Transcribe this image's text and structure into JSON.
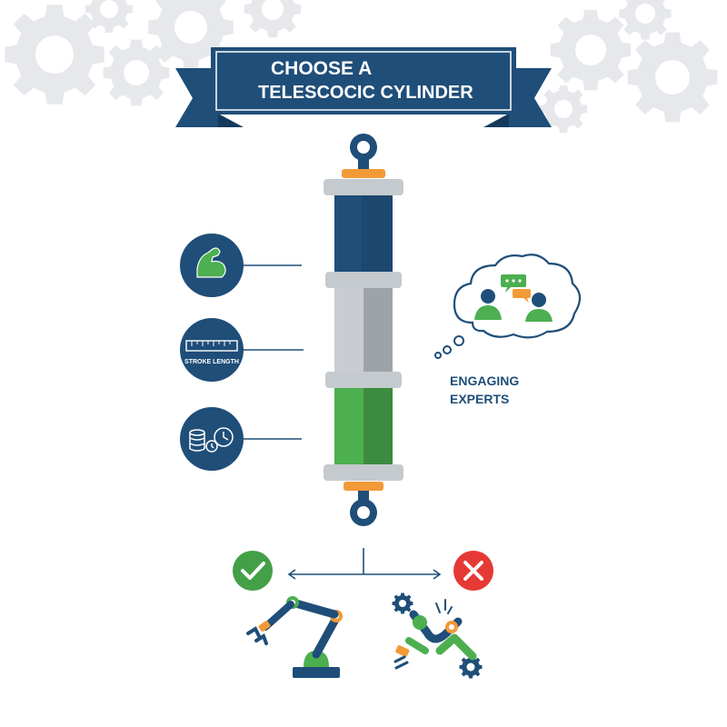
{
  "banner": {
    "line1": "CHOOSE A",
    "line2": "TELESCOCIC CYLINDER"
  },
  "factors": [
    {
      "icon": "flexed-arm-icon",
      "label": ""
    },
    {
      "icon": "ruler-icon",
      "label": "STROKE LENGTH"
    },
    {
      "icon": "coins-clock-icon",
      "label": ""
    }
  ],
  "experts": {
    "line1": "ENGAGING",
    "line2": "EXPERTS"
  },
  "outcomes": {
    "good": "checkmark-icon",
    "bad": "x-mark-icon"
  },
  "colors": {
    "navy": "#1f4e79",
    "green": "#4caf50",
    "orange": "#f29a38",
    "gray": "#c7cbd0",
    "red": "#e53935",
    "gear": "#e9ebee"
  }
}
